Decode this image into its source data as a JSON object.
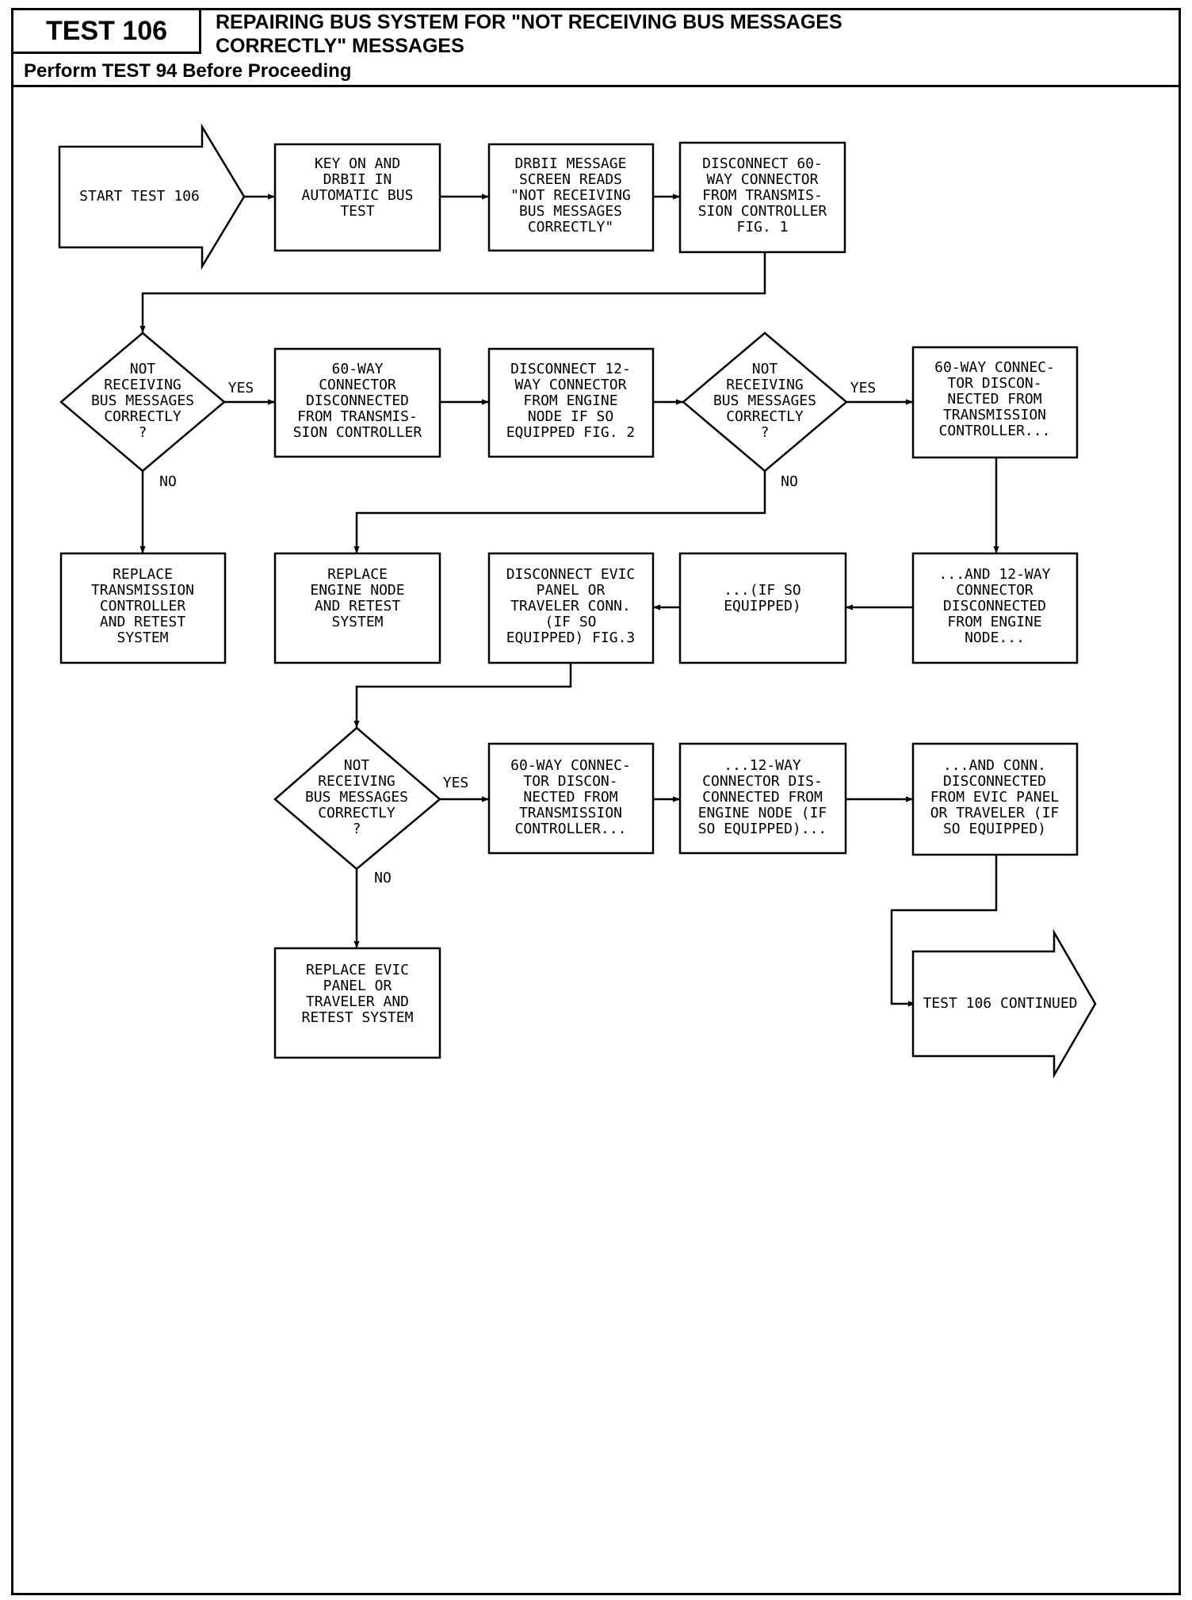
{
  "header": {
    "test_label": "TEST 106",
    "title_line1": "REPAIRING BUS SYSTEM FOR \"NOT RECEIVING BUS MESSAGES",
    "title_line2": "CORRECTLY\" MESSAGES",
    "prerequisite": "Perform TEST 94 Before Proceeding"
  },
  "flowchart": {
    "start": [
      "START TEST 106"
    ],
    "step_key_on": [
      "KEY ON AND",
      "DRBII IN",
      "AUTOMATIC BUS",
      "TEST"
    ],
    "step_drb_reads": [
      "DRBII MESSAGE",
      "SCREEN READS",
      "\"NOT RECEIVING",
      "BUS MESSAGES",
      "CORRECTLY\""
    ],
    "step_disconnect_60": [
      "DISCONNECT 60-",
      "WAY CONNECTOR",
      "FROM TRANSMIS-",
      "SION CONTROLLER",
      "FIG. 1"
    ],
    "decision_1": [
      "NOT",
      "RECEIVING",
      "BUS MESSAGES",
      "CORRECTLY",
      "?"
    ],
    "state_60_disconnected": [
      "60-WAY",
      "CONNECTOR",
      "DISCONNECTED",
      "FROM TRANSMIS-",
      "SION CONTROLLER"
    ],
    "step_disconnect_12": [
      "DISCONNECT 12-",
      "WAY CONNECTOR",
      "FROM ENGINE",
      "NODE IF SO",
      "EQUIPPED FIG. 2"
    ],
    "decision_2": [
      "NOT",
      "RECEIVING",
      "BUS MESSAGES",
      "CORRECTLY",
      "?"
    ],
    "state_60_disconnected_b": [
      "60-WAY CONNEC-",
      "TOR DISCON-",
      "NECTED FROM",
      "TRANSMISSION",
      "CONTROLLER..."
    ],
    "replace_controller": [
      "REPLACE",
      "TRANSMISSION",
      "CONTROLLER",
      "AND RETEST",
      "SYSTEM"
    ],
    "replace_engine_node": [
      "REPLACE",
      "ENGINE NODE",
      "AND RETEST",
      "SYSTEM"
    ],
    "step_disconnect_evic": [
      "DISCONNECT EVIC",
      "PANEL OR",
      "TRAVELER CONN.",
      "(IF SO",
      "EQUIPPED) FIG.3"
    ],
    "state_if_equipped": [
      "...(IF SO",
      "EQUIPPED)"
    ],
    "state_12_disconnected": [
      "...AND 12-WAY",
      "CONNECTOR",
      "DISCONNECTED",
      "FROM ENGINE",
      "NODE..."
    ],
    "decision_3": [
      "NOT",
      "RECEIVING",
      "BUS MESSAGES",
      "CORRECTLY",
      "?"
    ],
    "state_60_disconnected_c": [
      "60-WAY CONNEC-",
      "TOR DISCON-",
      "NECTED FROM",
      "TRANSMISSION",
      "CONTROLLER..."
    ],
    "state_12_disconnected_b": [
      "...12-WAY",
      "CONNECTOR DIS-",
      "CONNECTED FROM",
      "ENGINE NODE (IF",
      "SO EQUIPPED)..."
    ],
    "state_evic_disconnected": [
      "...AND CONN.",
      "DISCONNECTED",
      "FROM EVIC PANEL",
      "OR TRAVELER (IF",
      "SO EQUIPPED)"
    ],
    "replace_evic": [
      "REPLACE EVIC",
      "PANEL OR",
      "TRAVELER AND",
      "RETEST SYSTEM"
    ],
    "continued": [
      "TEST 106 CONTINUED"
    ],
    "label_yes": "YES",
    "label_no": "NO"
  }
}
